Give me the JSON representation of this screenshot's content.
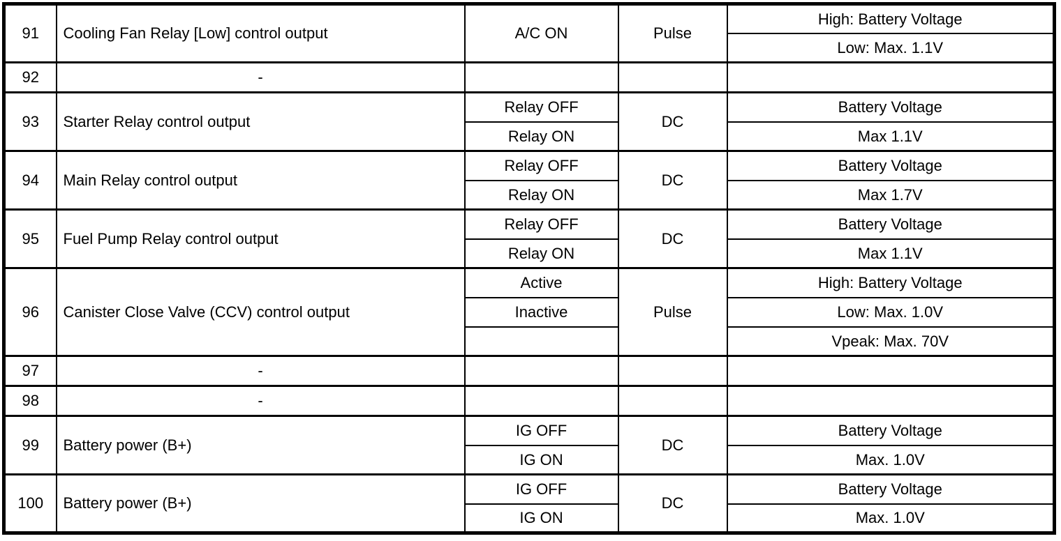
{
  "table": {
    "rows": [
      {
        "pin": "91",
        "description": "Cooling Fan Relay [Low] control output",
        "condition": "A/C ON",
        "type": "Pulse",
        "levels": [
          "High: Battery Voltage",
          "Low: Max. 1.1V"
        ]
      },
      {
        "pin": "92",
        "description": "-",
        "condition": "",
        "type": "",
        "levels": [
          ""
        ]
      },
      {
        "pin": "93",
        "description": "Starter Relay control output",
        "conditions": [
          "Relay OFF",
          "Relay ON"
        ],
        "type": "DC",
        "levels": [
          "Battery Voltage",
          "Max 1.1V"
        ]
      },
      {
        "pin": "94",
        "description": "Main Relay control output",
        "conditions": [
          "Relay OFF",
          "Relay ON"
        ],
        "type": "DC",
        "levels": [
          "Battery Voltage",
          "Max 1.7V"
        ]
      },
      {
        "pin": "95",
        "description": "Fuel Pump Relay control output",
        "conditions": [
          "Relay OFF",
          "Relay ON"
        ],
        "type": "DC",
        "levels": [
          "Battery Voltage",
          "Max 1.1V"
        ]
      },
      {
        "pin": "96",
        "description": "Canister Close Valve (CCV) control output",
        "conditions": [
          "Active",
          "Inactive",
          ""
        ],
        "type": "Pulse",
        "levels": [
          "High: Battery Voltage",
          "Low: Max. 1.0V",
          "Vpeak: Max. 70V"
        ]
      },
      {
        "pin": "97",
        "description": "-",
        "condition": "",
        "type": "",
        "levels": [
          ""
        ]
      },
      {
        "pin": "98",
        "description": "-",
        "condition": "",
        "type": "",
        "levels": [
          ""
        ]
      },
      {
        "pin": "99",
        "description": "Battery power (B+)",
        "conditions": [
          "IG OFF",
          "IG ON"
        ],
        "type": "DC",
        "levels": [
          "Battery Voltage",
          "Max. 1.0V"
        ]
      },
      {
        "pin": "100",
        "description": "Battery power (B+)",
        "conditions": [
          "IG OFF",
          "IG ON"
        ],
        "type": "DC",
        "levels": [
          "Battery Voltage",
          "Max. 1.0V"
        ]
      }
    ]
  }
}
